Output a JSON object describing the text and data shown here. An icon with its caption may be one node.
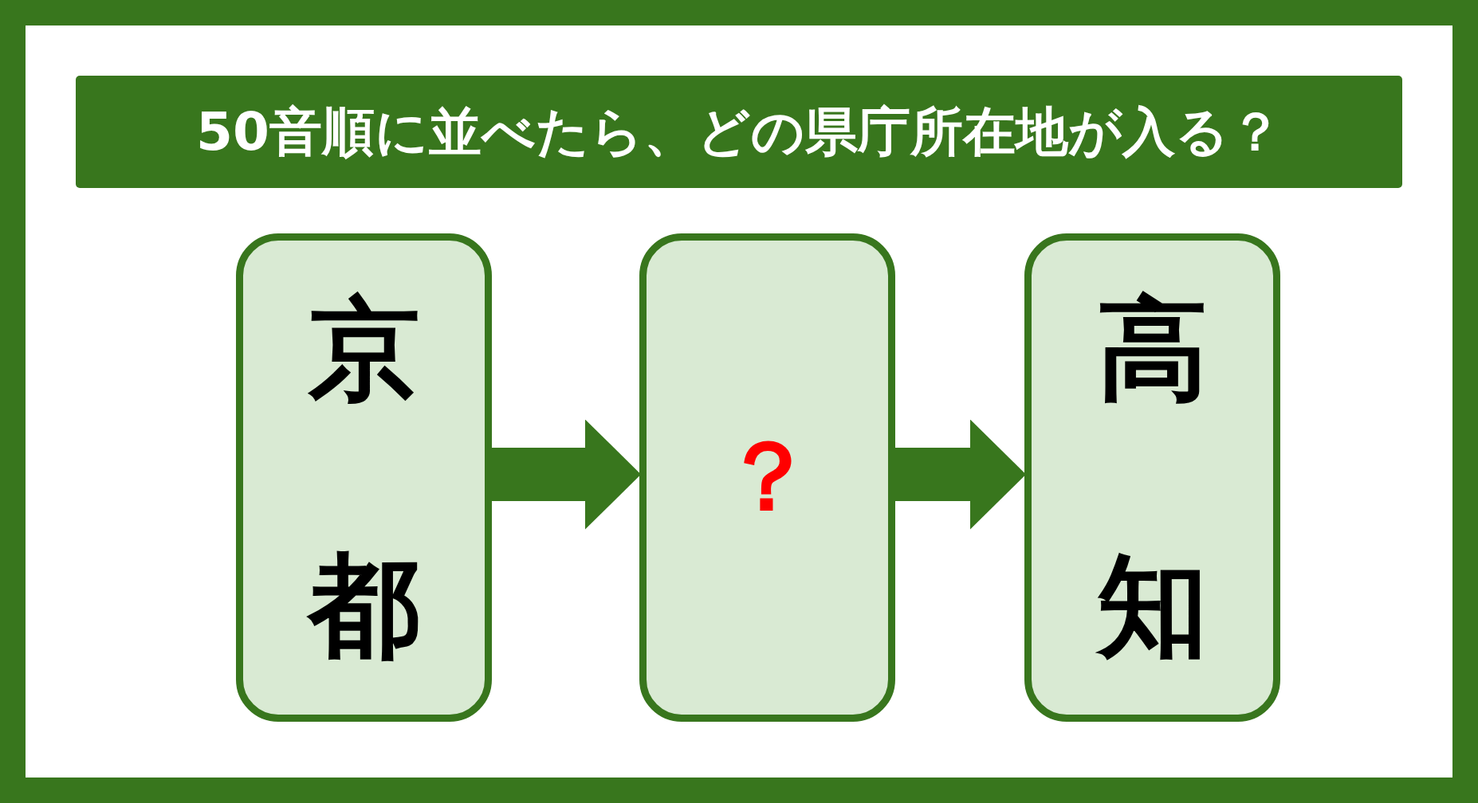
{
  "diagram": {
    "title": "50音順に並べたら、どの県庁所在地が入る？",
    "nodes": [
      {
        "text": [
          "京都"
        ]
      },
      {
        "text": [
          "？"
        ]
      },
      {
        "text": [
          "高知"
        ]
      }
    ],
    "edges": [
      {
        "from": 0,
        "to": 1,
        "arrow": "to"
      },
      {
        "from": 1,
        "to": 2,
        "arrow": "to"
      }
    ]
  }
}
